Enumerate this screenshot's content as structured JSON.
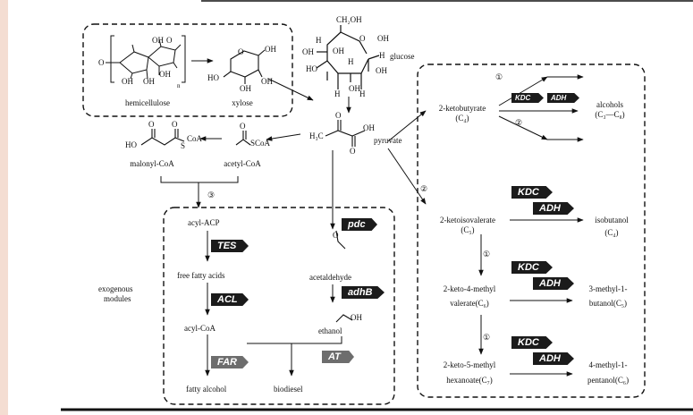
{
  "left_edge_color": "#f4ddd2",
  "molecules": {
    "hemicellulose": "hemicellulose",
    "xylose": "xylose",
    "glucose": "glucose",
    "pyruvate": "pyruvate",
    "malonyl_coa": "malonyl-CoA",
    "acetyl_coa": "acetyl-CoA",
    "acyl_acp": "acyl-ACP",
    "free_fatty_acids": "free fatty acids",
    "acyl_coa": "acyl-CoA",
    "fatty_alcohol": "fatty alcohol",
    "biodiesel": "biodiesel",
    "acetaldehyde": "acetaldehyde",
    "ethanol": "ethanol",
    "ketobutyrate": "2-ketobutyrate",
    "ketobutyrate_c": "(C₄)",
    "alcohols": "alcohols",
    "alcohols_c": "(C₃—C₈)",
    "ketoisovalerate": "2-ketoisovalerate",
    "ketoisovalerate_c": "(C₅)",
    "isobutanol": "isobutanol",
    "isobutanol_c": "(C₄)",
    "keto4methyl": "2-keto-4-methyl",
    "keto4methyl_2": "valerate(C₆)",
    "methylbutanol": "3-methyl-1-",
    "methylbutanol_2": "butanol(C₅)",
    "keto5methyl": "2-keto-5-methyl",
    "keto5methyl_2": "hexanoate(C₇)",
    "methylpentanol": "4-methyl-1-",
    "methylpentanol_2": "pentanol(C₆)",
    "exogenous": "exogenous",
    "modules": "modules"
  },
  "chem": {
    "CH2OH": "CH₂OH",
    "OH": "OH",
    "H": "H",
    "HO": "HO",
    "O": "O",
    "H3C": "H₃C",
    "SCoA": "SCoA",
    "CoA": "CoA",
    "S": "S",
    "n": "n"
  },
  "enzymes": {
    "tes": "TES",
    "acl": "ACL",
    "far": "FAR",
    "pdc": "pdc",
    "adhB": "adhB",
    "at": "AT",
    "kdc": "KDC",
    "adh": "ADH"
  },
  "steps": {
    "one": "①",
    "two": "②",
    "three": "③"
  }
}
